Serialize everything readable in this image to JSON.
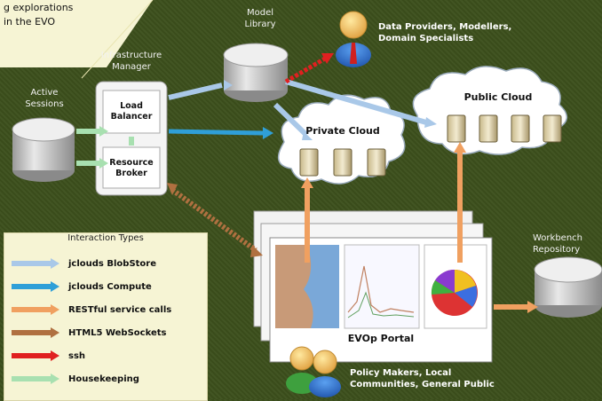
{
  "intro_text": [
    "g explorations",
    "in the EVO"
  ],
  "nodes": {
    "model_library": [
      "Model",
      "Library"
    ],
    "infrastructure_manager": [
      "Infrastructure",
      "Manager"
    ],
    "active_sessions": [
      "Active",
      "Sessions"
    ],
    "load_balancer": [
      "Load",
      "Balancer"
    ],
    "resource_broker": [
      "Resource",
      "Broker"
    ],
    "private_cloud": "Private Cloud",
    "public_cloud": "Public Cloud",
    "workbench_repository": [
      "Workbench",
      "Repository"
    ],
    "evop_portal": "EVOp Portal"
  },
  "actors": {
    "data_providers": [
      "Data Providers, Modellers,",
      "Domain Specialists"
    ],
    "policy_makers": [
      "Policy Makers, Local",
      "Communities, General Public"
    ]
  },
  "legend": {
    "title": "Interaction Types",
    "items": [
      {
        "label": "jclouds BlobStore",
        "style": "blobstore"
      },
      {
        "label": "jclouds Compute",
        "style": "compute"
      },
      {
        "label": "RESTful service calls",
        "style": "rest"
      },
      {
        "label": "HTML5 WebSockets",
        "style": "websocket"
      },
      {
        "label": "ssh",
        "style": "ssh"
      },
      {
        "label": "Housekeeping",
        "style": "housekeeping"
      }
    ]
  },
  "colors": {
    "background": "#3c4f1c",
    "blobstore": "#a9c8e8",
    "compute": "#2f9fd8",
    "rest": "#f0a060",
    "websocket": "#b07040",
    "ssh": "#e02020",
    "housekeeping": "#a8e0b0",
    "legend_bg": "#f6f4d4"
  }
}
